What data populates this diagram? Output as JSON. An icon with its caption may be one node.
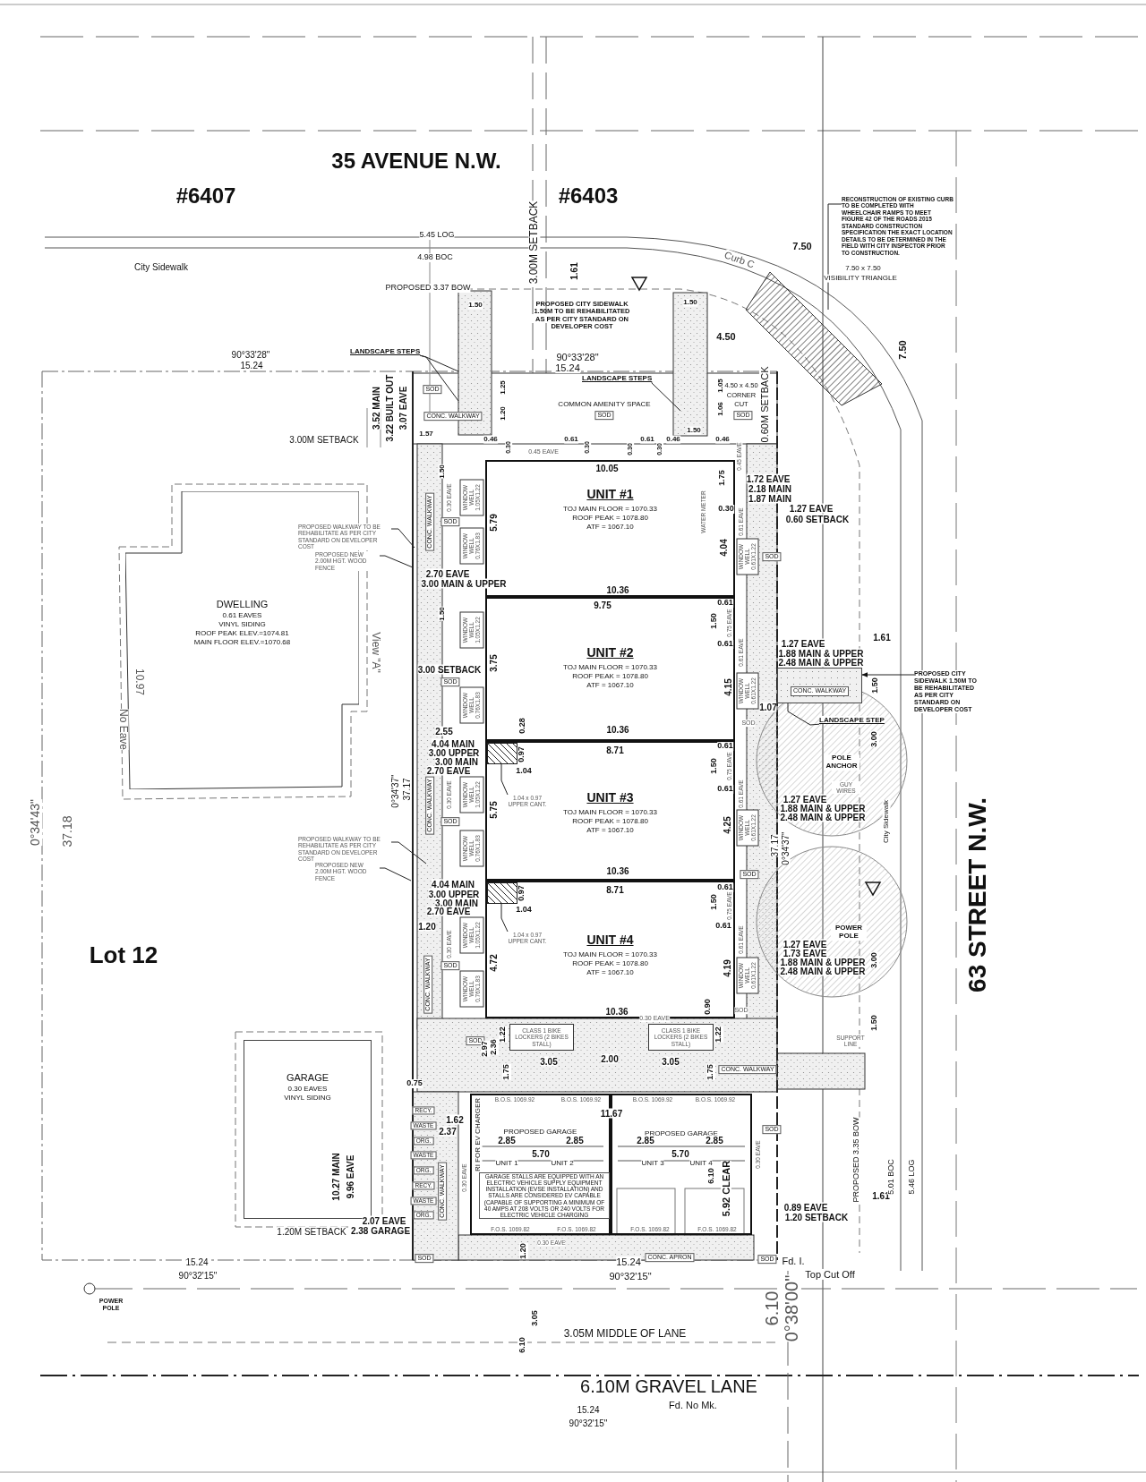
{
  "diagram": {
    "nodes": [
      {
        "text": [
          "UNIT #1",
          "TOJ MAIN FLOOR = 1070.33",
          "ROOF PEAK = 1078.80",
          "ATF = 1067.10"
        ]
      },
      {
        "text": [
          "UNIT #2",
          "TOJ MAIN FLOOR = 1070.33",
          "ROOF PEAK = 1078.80",
          "ATF = 1067.10"
        ]
      },
      {
        "text": [
          "UNIT #3",
          "TOJ MAIN FLOOR = 1070.33",
          "ROOF PEAK = 1078.80",
          "ATF = 1067.10"
        ]
      },
      {
        "text": [
          "UNIT #4",
          "TOJ MAIN FLOOR = 1070.33",
          "ROOF PEAK = 1078.80",
          "ATF = 1067.10"
        ]
      },
      {
        "text": [
          "DWELLING",
          "0.61 EAVES",
          "VINYL SIDING",
          "ROOF PEAK ELEV.=1074.81",
          "MAIN FLOOR ELEV.=1070.68"
        ]
      },
      {
        "text": [
          "GARAGE",
          "0.30 EAVES",
          "VINYL SIDING"
        ]
      },
      {
        "text": [
          "PROPOSED GARAGE"
        ]
      },
      {
        "text": [
          "PROPOSED GARAGE"
        ]
      },
      {
        "text": [
          "LANDSCAPE STEPS"
        ]
      },
      {
        "text": [
          "LANDSCAPE STEPS"
        ]
      },
      {
        "text": [
          "RECONSTRUCTION OF EXISTING CURB TO BE COMPLETED WITH WHEELCHAIR RAMPS TO MEET FIGURE 42 OF THE ROADS 2015 STANDARD CONSTRUCTION SPECIFICATION THE EXACT LOCATION DETAILS TO BE DETERMINED IN THE FIELD WITH CITY INSPECTOR PRIOR TO CONSTRUCTION."
        ]
      },
      {
        "text": [
          "PROPOSED WALKWAY TO BE REHABILITATE AS PER CITY STANDARD ON DEVELOPER COST"
        ]
      },
      {
        "text": [
          "PROPOSED NEW 2.00M HGT. WOOD FENCE"
        ]
      },
      {
        "text": [
          "PROPOSED WALKWAY TO BE REHABILITATE AS PER CITY STANDARD ON DEVELOPER COST"
        ]
      },
      {
        "text": [
          "PROPOSED NEW 2.00M HGT. WOOD FENCE"
        ]
      },
      {
        "text": [
          "1.04 x 0.97 UPPER CANT."
        ],
        "in": 2
      },
      {
        "text": [
          "1.04 x 0.97 UPPER CANT."
        ],
        "in": 3
      },
      {
        "text": [
          "LANDSCAPE STEP"
        ]
      },
      {
        "text": [
          "PROPOSED CITY SIDEWALK 1.50M TO BE REHABILITATED AS PER CITY STANDARD ON DEVELOPER COST"
        ]
      },
      {
        "text": [],
        "shape": "box",
        "in": 2
      },
      {
        "text": [],
        "shape": "box",
        "in": 3
      },
      {
        "text": [
          "CONC. WALKWAY"
        ]
      },
      {
        "text": [
          "CLASS 1 BIKE LOCKERS (2 BIKES STALL)"
        ]
      },
      {
        "text": [
          "CLASS 1 BIKE LOCKERS (2 BIKES STALL)"
        ]
      }
    ],
    "edges": [
      {
        "from": 8,
        "to": null,
        "arrow": "none"
      },
      {
        "from": 8,
        "to": null,
        "arrow": "none"
      },
      {
        "from": 9,
        "to": null,
        "arrow": "none"
      },
      {
        "from": 10,
        "to": null,
        "arrow": "none"
      },
      {
        "from": 11,
        "to": null,
        "arrow": "none"
      },
      {
        "from": 12,
        "to": null,
        "arrow": "none"
      },
      {
        "from": 13,
        "to": null,
        "arrow": "none"
      },
      {
        "from": 14,
        "to": null,
        "arrow": "none"
      },
      {
        "from": 15,
        "to": 19,
        "arrow": "none"
      },
      {
        "from": 16,
        "to": 20,
        "arrow": "none"
      },
      {
        "from": 17,
        "to": 21,
        "arrow": "none"
      },
      {
        "from": 18,
        "to": 21,
        "arrow": "to"
      }
    ],
    "labels": [
      "35 AVENUE N.W.",
      "#6407",
      "#6403",
      "3.00M SETBACK",
      "5.45 LOG",
      "4.98 BOC",
      "City Sidewalk",
      "PROPOSED 3.37 BOW",
      "1.61",
      "Curb C",
      "1.50",
      "1.50",
      "PROPOSED CITY SIDEWALK 1.50M TO BE REHABILITATED AS PER CITY STANDARD ON DEVELOPER COST",
      "4.50",
      "7.50",
      "7.50 x 7.50",
      "VISIBILITY TRIANGLE",
      "7.50",
      "90°33'28\"",
      "15.24",
      "90°33'28\"",
      "15.24",
      "SOD",
      "CONC. WALKWAY",
      "COMMON AMENITY SPACE",
      "SOD",
      "1.25",
      "1.20",
      "1.05",
      "4.50 x 4.50",
      "CORNER",
      "CUT",
      "SOD",
      "1.06",
      "0.60M SETBACK",
      "1.50",
      "3.52 MAIN",
      "3.22 BUILT OUT",
      "3.07 EAVE",
      "3.00M SETBACK",
      "1.57",
      "0.46",
      "0.30",
      "0.61",
      "0.30",
      "0.30",
      "0.61",
      "0.30",
      "0.46",
      "0.46",
      "0.45 EAVE",
      "10.05",
      "1.50",
      "1.75",
      "0.45 EAVE",
      "1.72 EAVE",
      "2.18 MAIN",
      "1.87 MAIN",
      "WATER METER",
      "0.30",
      "1.27 EAVE",
      "0.60 SETBACK",
      "0.61 EAVE",
      "CONC. WALKWAY",
      "0.30 EAVE",
      "WINDOW WELL 1.05X1.22",
      "SOD",
      "5.79",
      "WINDOW WELL 0.76X1.83",
      "4.04",
      "WINDOW WELL 0.61X1.22",
      "SOD",
      "2.70 EAVE",
      "3.00 MAIN & UPPER",
      "10.36",
      "9.75",
      "1.50",
      "0.61",
      "1.50",
      "0.75 EAVE",
      "0.61",
      "0.61 EAVE",
      "1.27 EAVE",
      "1.88 MAIN & UPPER",
      "2.48 MAIN & UPPER",
      "1.61",
      "1.50",
      "WINDOW WELL 1.05X1.22",
      "3.00 SETBACK",
      "3.75",
      "SOD",
      "WINDOW WELL 0.76X1.83",
      "4.15",
      "WINDOW WELL 0.61X1.22",
      "1.07",
      "SOD",
      "2.55",
      "0.28",
      "10.36",
      "4.04 MAIN",
      "3.00 UPPER",
      "3.00 MAIN",
      "2.70 EAVE",
      "0.97",
      "1.04",
      "8.71",
      "0.61",
      "1.50",
      "0.75 EAVE",
      "0.61",
      "0°34'37\"",
      "37.17",
      "CONC. WALKWAY",
      "0.30 EAVE",
      "WINDOW WELL 1.05X1.22",
      "5.75",
      "SOD",
      "WINDOW WELL 0.76X1.83",
      "4.25",
      "0.61 EAVE",
      "WINDOW WELL 0.61X1.22",
      "SOD",
      "1.27 EAVE",
      "1.88 MAIN & UPPER",
      "2.48 MAIN & UPPER",
      "37.17",
      "0°34'37\"",
      "POLE ANCHOR",
      "GUY WIRES",
      "City Sidewalk",
      "3.00",
      "63 STREET N.W.",
      "10.36",
      "4.04 MAIN",
      "3.00 UPPER",
      "3.00 MAIN",
      "2.70 EAVE",
      "0.97",
      "1.04",
      "8.71",
      "0.61",
      "1.50",
      "0.75 EAVE",
      "0.61",
      "1.20",
      "0.30 EAVE",
      "WINDOW WELL 1.05X1.22",
      "SOD",
      "4.72",
      "CONC. WALKWAY",
      "WINDOW WELL 0.76X1.83",
      "0.61 EAVE",
      "4.19",
      "WINDOW WELL 0.61X1.22",
      "1.27 EAVE",
      "1.73 EAVE",
      "1.88 MAIN & UPPER",
      "2.48 MAIN & UPPER",
      "POWER POLE",
      "3.00",
      "10.36",
      "0.90",
      "SOD",
      "1.50",
      "SUPPORT LINE",
      "SOD",
      "2.97",
      "2.36",
      "1.22",
      "0.30 EAVE",
      "1.22",
      "3.05",
      "2.00",
      "3.05",
      "1.75",
      "1.75",
      "CONC. WALKWAY",
      "0.75",
      "RECY.",
      "WASTE",
      "ORG.",
      "WASTE",
      "ORG.",
      "RECY.",
      "WASTE",
      "ORG.",
      "B.O.S. 1069.92",
      "B.O.S. 1069.92",
      "B.O.S. 1069.92",
      "B.O.S. 1069.92",
      "11.67",
      "1.62",
      "2.37",
      "RI FOR EV CHARGER",
      "2.85",
      "2.85",
      "2.85",
      "2.85",
      "5.70",
      "5.70",
      "UNIT 1",
      "UNIT 2",
      "UNIT 3",
      "UNIT 4",
      "0.30 EAVE",
      "GARAGE STALLS ARE EQUIPPED WITH AN ELECTRIC VEHICLE SUPPLY EQUIPMENT INSTALLATION (EVSE INSTALLATION) AND STALLS ARE CONSIDERED EV CAPABLE (CAPABLE OF SUPPORTING A MINIMUM OF 40 AMPS AT 208 VOLTS OR 240 VOLTS FOR ELECTRIC VEHICLE CHARGING",
      "6.10",
      "5.92 CLEAR",
      "0.30 EAVE",
      "SOD",
      "CONC. WALKWAY",
      "F.O.S. 1069.82",
      "F.O.S. 1069.82",
      "F.O.S. 1069.82",
      "F.O.S. 1069.82",
      "0.89 EAVE",
      "1.20 SETBACK",
      "0.30 EAVE",
      "SOD",
      "1.20",
      "15.24",
      "CONC. APRON",
      "SOD",
      "Fd. I.",
      "90°32'15\"",
      "Top Cut Off",
      "PROPOSED 3.35 BOW",
      "1.61",
      "5.01 BOC",
      "5.46 LOG",
      "10.27 MAIN",
      "9.96 EAVE",
      "2.07 EAVE",
      "1.20M SETBACK",
      "2.38 GARAGE",
      "15.24",
      "90°32'15\"",
      "POWER POLE",
      "Lot 12",
      "0°34'43\"",
      "37.18",
      "10.97",
      "No Eave",
      "View \"A\"",
      "3.05",
      "6.10",
      "3.05M MIDDLE OF LANE",
      "6.10",
      "0°38'00\"",
      "6.10M GRAVEL LANE",
      "Fd. No Mk.",
      "15.24",
      "90°32'15\""
    ]
  }
}
